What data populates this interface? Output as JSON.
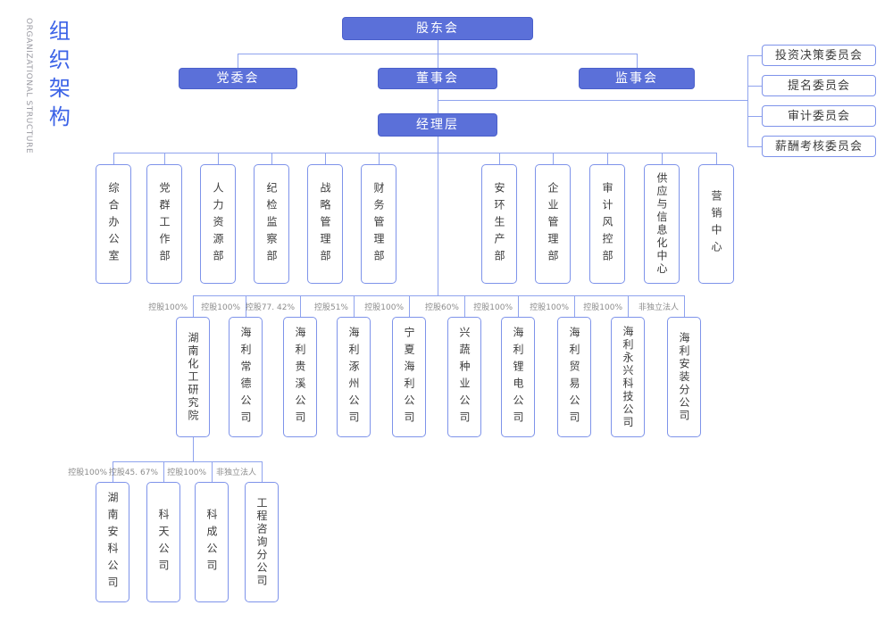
{
  "title": {
    "cn": "组织架构",
    "en": "ORGANIZATIONAL STRUCTURE"
  },
  "colors": {
    "solid_box_bg": "#5B70D9",
    "solid_box_border": "#4A5FCA",
    "outline_border": "#7E93EA",
    "line": "#8FA3EE",
    "title_cn": "#3C63E7",
    "title_en": "#9A9AA2",
    "box_text": "#3C3C3C",
    "note_text": "#8C8C8C"
  },
  "top_box": {
    "label": "股东会"
  },
  "level2": [
    {
      "label": "党委会"
    },
    {
      "label": "董事会"
    },
    {
      "label": "监事会"
    }
  ],
  "committees": [
    {
      "label": "投资决策委员会"
    },
    {
      "label": "提名委员会"
    },
    {
      "label": "审计委员会"
    },
    {
      "label": "薪酬考核委员会"
    }
  ],
  "management": {
    "label": "经理层"
  },
  "departments": [
    {
      "label": "综合办公室"
    },
    {
      "label": "党群工作部"
    },
    {
      "label": "人力资源部"
    },
    {
      "label": "纪检监察部"
    },
    {
      "label": "战略管理部"
    },
    {
      "label": "财务管理部"
    },
    {
      "label": "安环生产部"
    },
    {
      "label": "企业管理部"
    },
    {
      "label": "审计风控部"
    },
    {
      "label": "供应与信息化中心"
    },
    {
      "label": "营销中心"
    }
  ],
  "subsidiaries": [
    {
      "label": "湖南化工研究院",
      "note": "控股100%"
    },
    {
      "label": "海利常德公司",
      "note": "控股100%"
    },
    {
      "label": "海利贵溪公司",
      "note": "控股77. 42%"
    },
    {
      "label": "海利涿州公司",
      "note": "控股51%"
    },
    {
      "label": "宁夏海利公司",
      "note": "控股100%"
    },
    {
      "label": "兴蔬种业公司",
      "note": "控股60%"
    },
    {
      "label": "海利锂电公司",
      "note": "控股100%"
    },
    {
      "label": "海利贸易公司",
      "note": "控股100%"
    },
    {
      "label": "海利永兴科技公司",
      "note": "控股100%"
    },
    {
      "label": "海利安装分公司",
      "note": "非独立法人"
    }
  ],
  "research_subsidiaries": [
    {
      "label": "湖南安科公司",
      "note": "控股100%"
    },
    {
      "label": "科天公司",
      "note": "控股45. 67%"
    },
    {
      "label": "科成公司",
      "note": "控股100%"
    },
    {
      "label": "工程咨询分公司",
      "note": "非独立法人"
    }
  ]
}
